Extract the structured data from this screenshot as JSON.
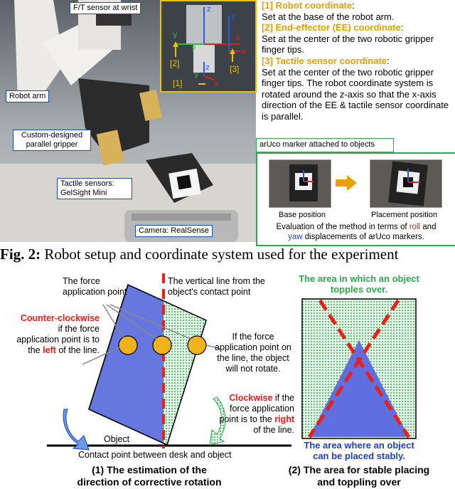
{
  "photo_labels": {
    "ft_sensor": "F/T sensor at wrist",
    "robot_arm": "Robot arm",
    "gripper": "Custom-designed parallel gripper",
    "tactile": "Tactile sensors: GelSight Mini",
    "camera": "Camera: RealSense"
  },
  "inset": {
    "tags": [
      "[2]",
      "[3]",
      "[1]"
    ],
    "axes": [
      "z",
      "y",
      "x",
      "z",
      "y",
      "x",
      "z",
      "y",
      "x"
    ]
  },
  "coordinates": [
    {
      "header": "[1] Robot coordinate",
      "suffix": ":",
      "body": "Set at the base of the robot arm."
    },
    {
      "header": "[2] End-effector (EE) coordinate",
      "suffix": ":",
      "body": "Set at the center of the two robotic gripper finger tips."
    },
    {
      "header": "[3] Tactile sensor coordinate",
      "suffix": ":",
      "body": "Set at the center of the two robotic gripper finger tips. The robot coordinate system is rotated around the z-axis so that the x-axis direction of the EE & tactile sensor coordinate is parallel."
    }
  ],
  "aruco": {
    "title": "arUco marker attached to objects",
    "base_caption": "Base position",
    "placement_caption": "Placement position",
    "eval_prefix": "Evaluation of the method in terms of ",
    "roll": "roll",
    "and": " and",
    "yaw": "yaw",
    "eval_suffix": " displacements of arUco markers."
  },
  "caption": {
    "label": "Fig. 2:",
    "text": " Robot setup and coordinate system used for the experiment"
  },
  "diagram1": {
    "force_point": "The force application point",
    "vertical_line": "The vertical line from the object's contact point",
    "ccw_red": "Counter-clockwise",
    "ccw_rest1": " if the force application point is to the ",
    "ccw_left": "left",
    "ccw_rest2": " of the line.",
    "norot": "If the force application point on the line, the object will not rotate.",
    "cw_red": "Clockwise",
    "cw_rest1": " if the force application point is to the ",
    "cw_right": "right",
    "cw_rest2": " of the line.",
    "object": "Object",
    "contact": "Contact point between desk and object",
    "caption_line1": "(1) The estimation of the",
    "caption_line2": "direction of corrective rotation"
  },
  "diagram2": {
    "topple_line1": "The area in which an object",
    "topple_line2": "topples over.",
    "stable_line1": "The area where an object",
    "stable_line2": "can be placed stably.",
    "caption_line1": "(2) The area for stable placing",
    "caption_line2": "and toppling over"
  },
  "colors": {
    "label_border": "#1d4fb3",
    "inset_border": "#e8c400",
    "header_orange": "#e8a000",
    "aruco_green": "#2fa84f",
    "red_line": "#e8201a",
    "object_blue": "#6677e0",
    "green_dots": "#2fa84f"
  }
}
